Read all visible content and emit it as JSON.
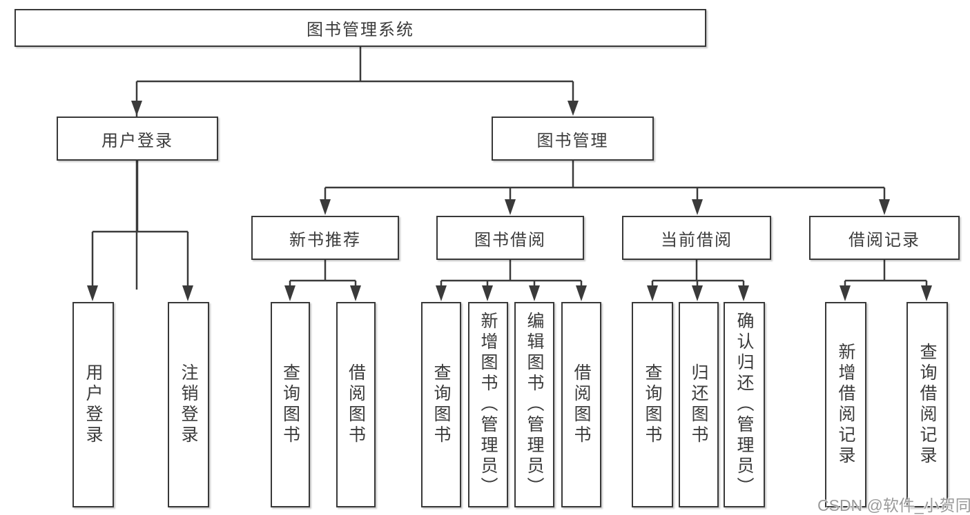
{
  "diagram": {
    "title": "图书管理系统",
    "level2": {
      "user_login": {
        "label": "用户登录"
      },
      "book_management": {
        "label": "图书管理"
      }
    },
    "level3": {
      "new_book_rec": {
        "label": "新书推荐"
      },
      "book_borrow": {
        "label": "图书借阅"
      },
      "current_borrow": {
        "label": "当前借阅"
      },
      "borrow_records": {
        "label": "借阅记录"
      }
    },
    "leaves": {
      "user_login": {
        "label": "用户登录"
      },
      "logout": {
        "label": "注销登录"
      },
      "query_books_1": {
        "label": "查询图书"
      },
      "borrow_books_1": {
        "label": "借阅图书"
      },
      "query_books_2": {
        "label": "查询图书"
      },
      "add_book_admin": {
        "label": "新增图书（管理员）"
      },
      "edit_book_admin": {
        "label": "编辑图书（管理员）"
      },
      "borrow_books_2": {
        "label": "借阅图书"
      },
      "query_books_3": {
        "label": "查询图书"
      },
      "return_book": {
        "label": "归还图书"
      },
      "confirm_return_admin": {
        "label": "确认归还（管理员）"
      },
      "add_borrow_record": {
        "label": "新增借阅记录"
      },
      "query_borrow_record": {
        "label": "查询借阅记录"
      }
    },
    "watermark": "CSDN @软件_小贺同学",
    "colors": {
      "line": "#3a3a3a",
      "border": "#383838",
      "text": "#3b3b3b",
      "background": "#ffffff",
      "watermark": "#9a9a9a"
    }
  }
}
